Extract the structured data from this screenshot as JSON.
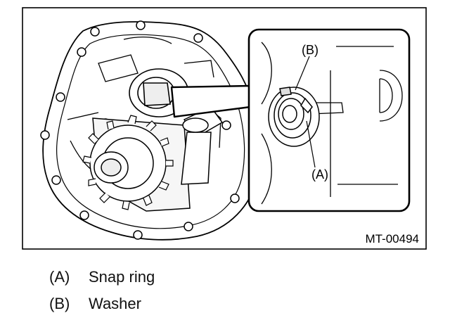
{
  "figure": {
    "id": "MT-00494",
    "callouts": {
      "a": "(A)",
      "b": "(B)"
    }
  },
  "legend": [
    {
      "key": "(A)",
      "text": "Snap ring"
    },
    {
      "key": "(B)",
      "text": "Washer"
    }
  ]
}
